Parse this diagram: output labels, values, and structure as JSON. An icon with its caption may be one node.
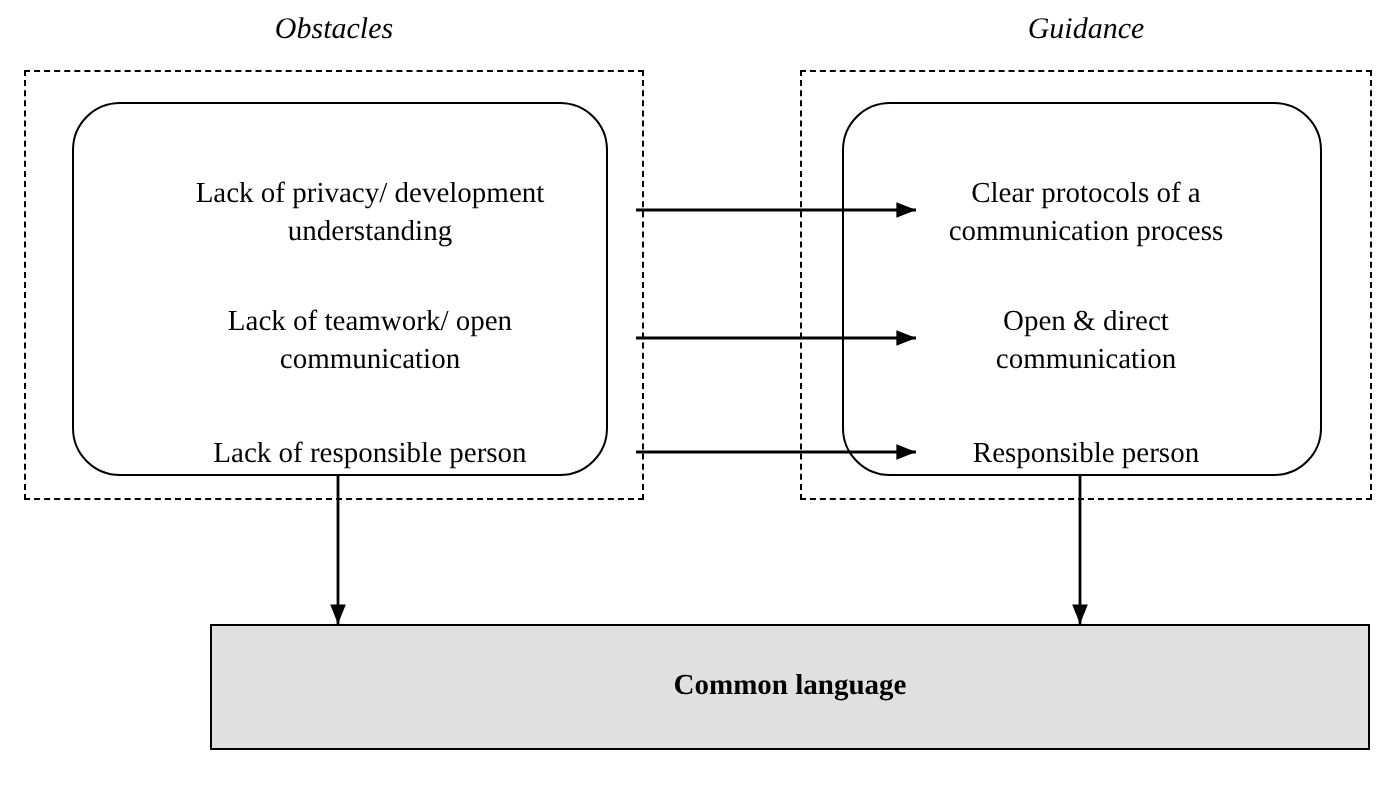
{
  "diagram": {
    "nodes": [
      {
        "text": [
          "Obstacles"
        ]
      },
      {
        "text": [],
        "shape": "box",
        "in": 0
      },
      {
        "text": [
          "Lack of privacy/ development understanding"
        ],
        "in": 1
      },
      {
        "text": [
          "Lack of teamwork/ open communication"
        ],
        "in": 1
      },
      {
        "text": [
          "Lack of responsible person"
        ],
        "in": 1
      },
      {
        "text": [
          "Guidance"
        ]
      },
      {
        "text": [],
        "shape": "box",
        "in": 5
      },
      {
        "text": [
          "Clear protocols of a communication process"
        ],
        "in": 6
      },
      {
        "text": [
          "Open & direct communication"
        ],
        "in": 6
      },
      {
        "text": [
          "Responsible person"
        ],
        "in": 6
      },
      {
        "text": [
          "Common language"
        ]
      }
    ],
    "edges": [
      {
        "from": 2,
        "to": 7,
        "arrow": "to"
      },
      {
        "from": 3,
        "to": 8,
        "arrow": "to"
      },
      {
        "from": 4,
        "to": 9,
        "arrow": "to"
      },
      {
        "from": 1,
        "to": 10,
        "arrow": "to"
      },
      {
        "from": 6,
        "to": 10,
        "arrow": "to"
      }
    ]
  }
}
